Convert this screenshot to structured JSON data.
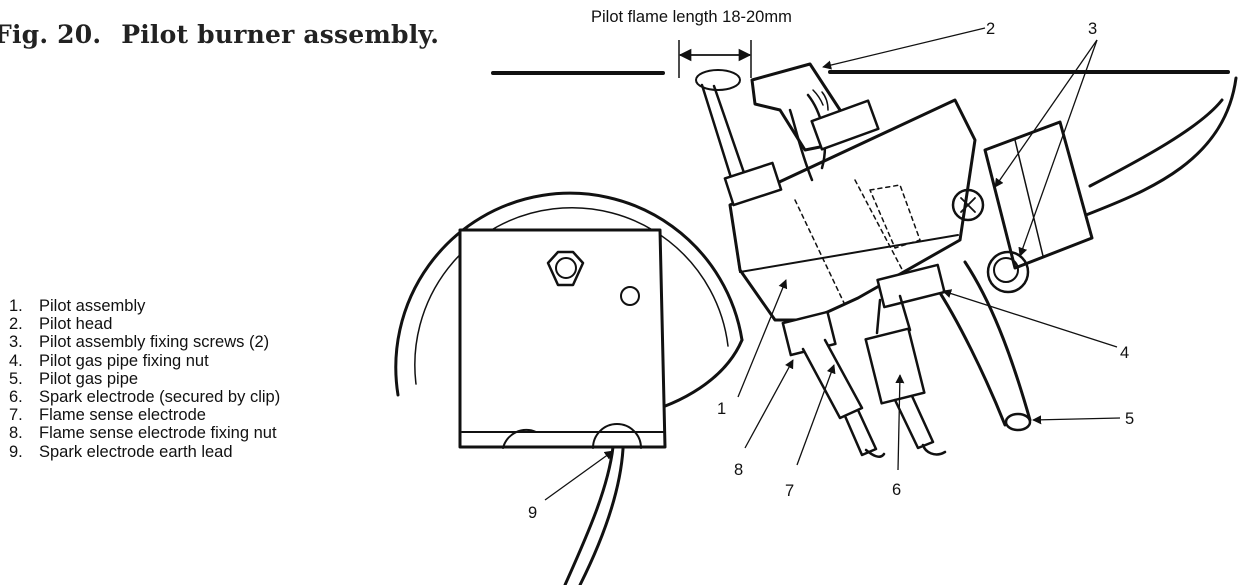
{
  "figure": {
    "number": "Fig. 20.",
    "title": "Pilot burner assembly."
  },
  "flame_note": "Pilot flame length 18-20mm",
  "legend": [
    {
      "num": "1.",
      "text": "Pilot assembly"
    },
    {
      "num": "2.",
      "text": "Pilot head"
    },
    {
      "num": "3.",
      "text": "Pilot assembly fixing screws (2)"
    },
    {
      "num": "4.",
      "text": "Pilot gas pipe fixing nut"
    },
    {
      "num": "5.",
      "text": "Pilot gas pipe"
    },
    {
      "num": "6.",
      "text": "Spark electrode (secured by clip)"
    },
    {
      "num": "7.",
      "text": "Flame sense electrode"
    },
    {
      "num": "8.",
      "text": "Flame sense electrode fixing nut"
    },
    {
      "num": "9.",
      "text": "Spark electrode earth lead"
    }
  ],
  "callouts": [
    "1",
    "2",
    "3",
    "4",
    "5",
    "6",
    "7",
    "8",
    "9"
  ]
}
